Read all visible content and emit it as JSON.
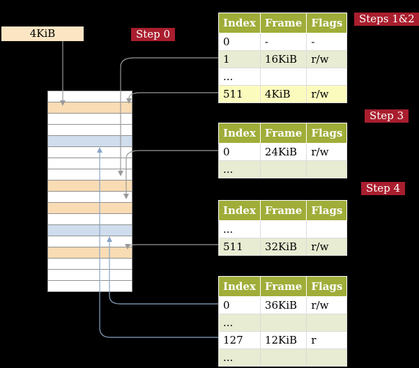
{
  "colors": {
    "background": "#000000",
    "accent_red": "#a91e2e",
    "table_header": "#a0ad39",
    "row_green": "#e7ecd2",
    "row_yellow": "#fbfbbe",
    "mem_orange": "#f9dcb4",
    "mem_blue": "#cfdded",
    "cr3_box": "#fbe5c3",
    "arrow_gray": "#9a9a9a",
    "arrow_blue": "#8aa5c7"
  },
  "cr3_box": {
    "label": "4KiB"
  },
  "step_labels": {
    "step0": "Step 0",
    "steps12": "Steps 1&2",
    "step3": "Step 3",
    "step4": "Step 4"
  },
  "tables": [
    {
      "id": "level-4-table",
      "headers": [
        "Index",
        "Frame",
        "Flags"
      ],
      "rows": [
        {
          "cells": [
            "0",
            "-",
            "-"
          ],
          "bg": "white"
        },
        {
          "cells": [
            "1",
            "16KiB",
            "r/w"
          ],
          "bg": "green"
        },
        {
          "cells": [
            "...",
            "",
            ""
          ],
          "bg": "white"
        },
        {
          "cells": [
            "511",
            "4KiB",
            "r/w"
          ],
          "bg": "yellow"
        }
      ]
    },
    {
      "id": "level-3-table",
      "headers": [
        "Index",
        "Frame",
        "Flags"
      ],
      "rows": [
        {
          "cells": [
            "0",
            "24KiB",
            "r/w"
          ],
          "bg": "white"
        },
        {
          "cells": [
            "...",
            "",
            ""
          ],
          "bg": "green"
        }
      ]
    },
    {
      "id": "level-2-table",
      "headers": [
        "Index",
        "Frame",
        "Flags"
      ],
      "rows": [
        {
          "cells": [
            "...",
            "",
            ""
          ],
          "bg": "white"
        },
        {
          "cells": [
            "511",
            "32KiB",
            "r/w"
          ],
          "bg": "green"
        }
      ]
    },
    {
      "id": "level-1-table",
      "headers": [
        "Index",
        "Frame",
        "Flags"
      ],
      "rows": [
        {
          "cells": [
            "0",
            "36KiB",
            "r/w"
          ],
          "bg": "white"
        },
        {
          "cells": [
            "...",
            "",
            ""
          ],
          "bg": "green"
        },
        {
          "cells": [
            "127",
            "12KiB",
            "r"
          ],
          "bg": "white"
        },
        {
          "cells": [
            "...",
            "",
            ""
          ],
          "bg": "green"
        }
      ]
    }
  ],
  "memory_rows": [
    "white",
    "orange",
    "white",
    "white",
    "blue",
    "white",
    "white",
    "white",
    "orange",
    "white",
    "orange",
    "white",
    "blue",
    "white",
    "orange",
    "white",
    "white",
    "white"
  ],
  "arrows": [
    {
      "id": "cr3-to-4kib-frame",
      "color": "gray"
    },
    {
      "id": "entry-511-to-4kib-frame",
      "color": "gray"
    },
    {
      "id": "entry-1-to-16kib-frame",
      "color": "gray"
    },
    {
      "id": "entry-0-to-24kib-frame",
      "color": "gray"
    },
    {
      "id": "entry-511-to-32kib-frame",
      "color": "gray"
    },
    {
      "id": "entry-0-to-36kib-frame",
      "color": "blue"
    },
    {
      "id": "entry-127-to-12kib-frame",
      "color": "blue"
    }
  ]
}
